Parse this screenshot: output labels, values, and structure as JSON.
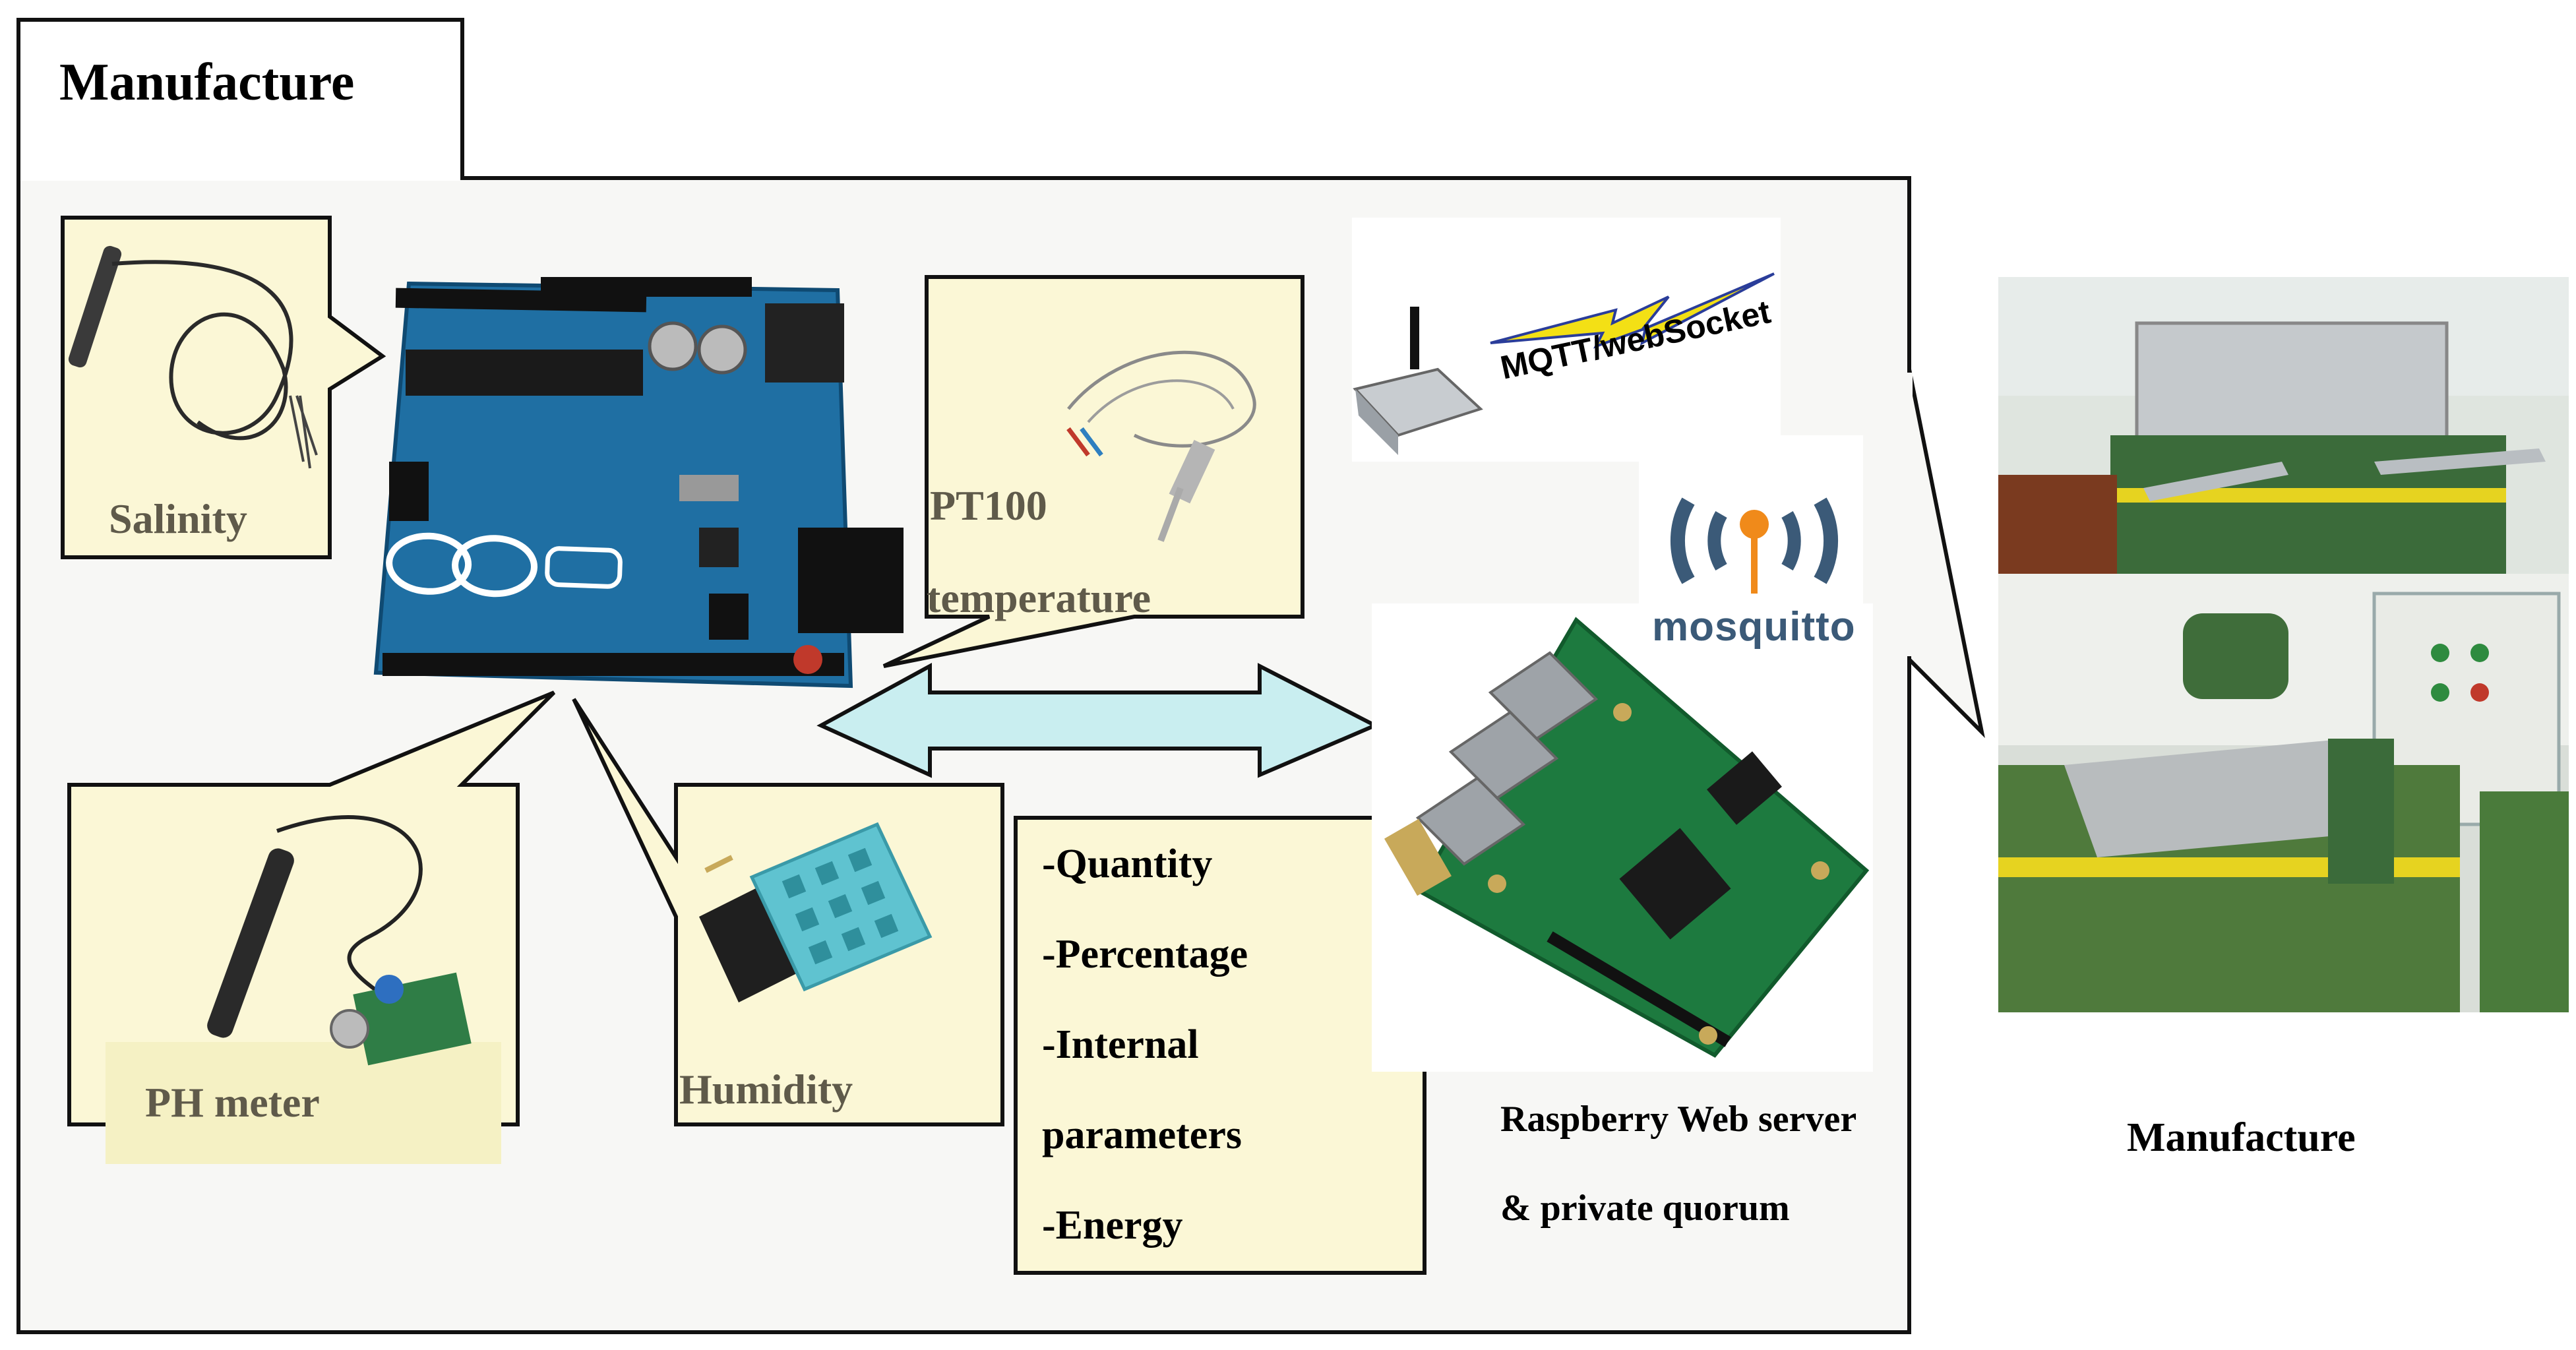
{
  "frame": {
    "title": "Manufacture"
  },
  "sensors": {
    "salinity": "Salinity",
    "pt100_line1": "PT100",
    "pt100_line2": "temperature",
    "ph_meter": "PH meter",
    "humidity": "Humidity"
  },
  "network": {
    "protocol": "MQTT/webSocket",
    "broker": "mosquitto"
  },
  "data_box": {
    "items": [
      "-Quantity",
      "-Percentage",
      "-Internal",
      "parameters",
      "-Energy"
    ]
  },
  "server": {
    "line1": "Raspberry Web server",
    "line2": "& private quorum"
  },
  "site": {
    "caption": "Manufacture"
  },
  "colors": {
    "frame_bg": "#f7f7f5",
    "callout_bg": "#fbf7d6",
    "arrow_fill": "#c9eef0",
    "arduino_pcb": "#1f6fa3",
    "raspberry_pcb": "#1d7a3f",
    "mosquitto_blue": "#3b5a78",
    "mosquitto_orange": "#f08a1a"
  }
}
